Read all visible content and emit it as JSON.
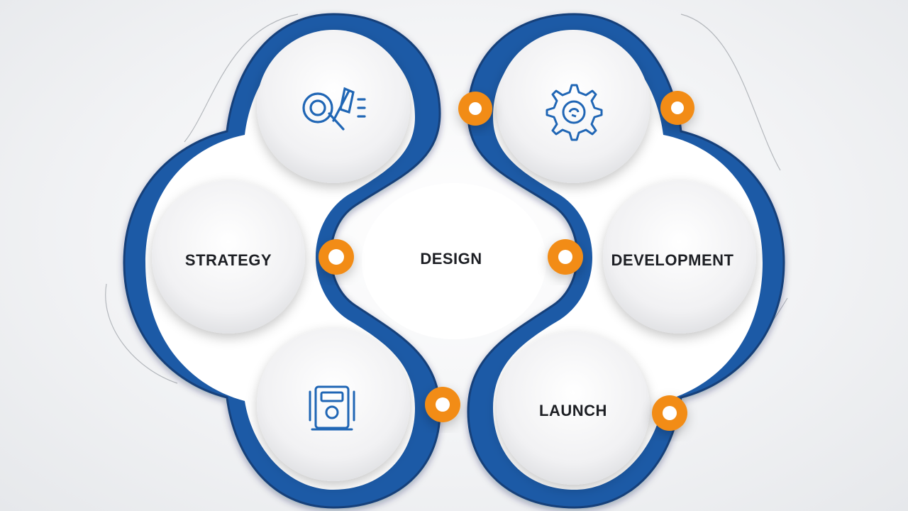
{
  "diagram": {
    "stages": [
      {
        "id": "strategy",
        "label": "STRATEGY"
      },
      {
        "id": "design",
        "label": "DESIGN"
      },
      {
        "id": "development",
        "label": "DEVELOPMENT"
      },
      {
        "id": "launch",
        "label": "LAUNCH"
      }
    ],
    "icons": [
      {
        "name": "target-tools-icon"
      },
      {
        "name": "gear-icon"
      },
      {
        "name": "device-icon"
      }
    ],
    "colors": {
      "ribbon": "#1f5aa6",
      "ribbon_dark": "#123f7a",
      "connector": "#f28c13",
      "icon": "#2066b5",
      "circle_fill": "#f6f6f7"
    }
  }
}
